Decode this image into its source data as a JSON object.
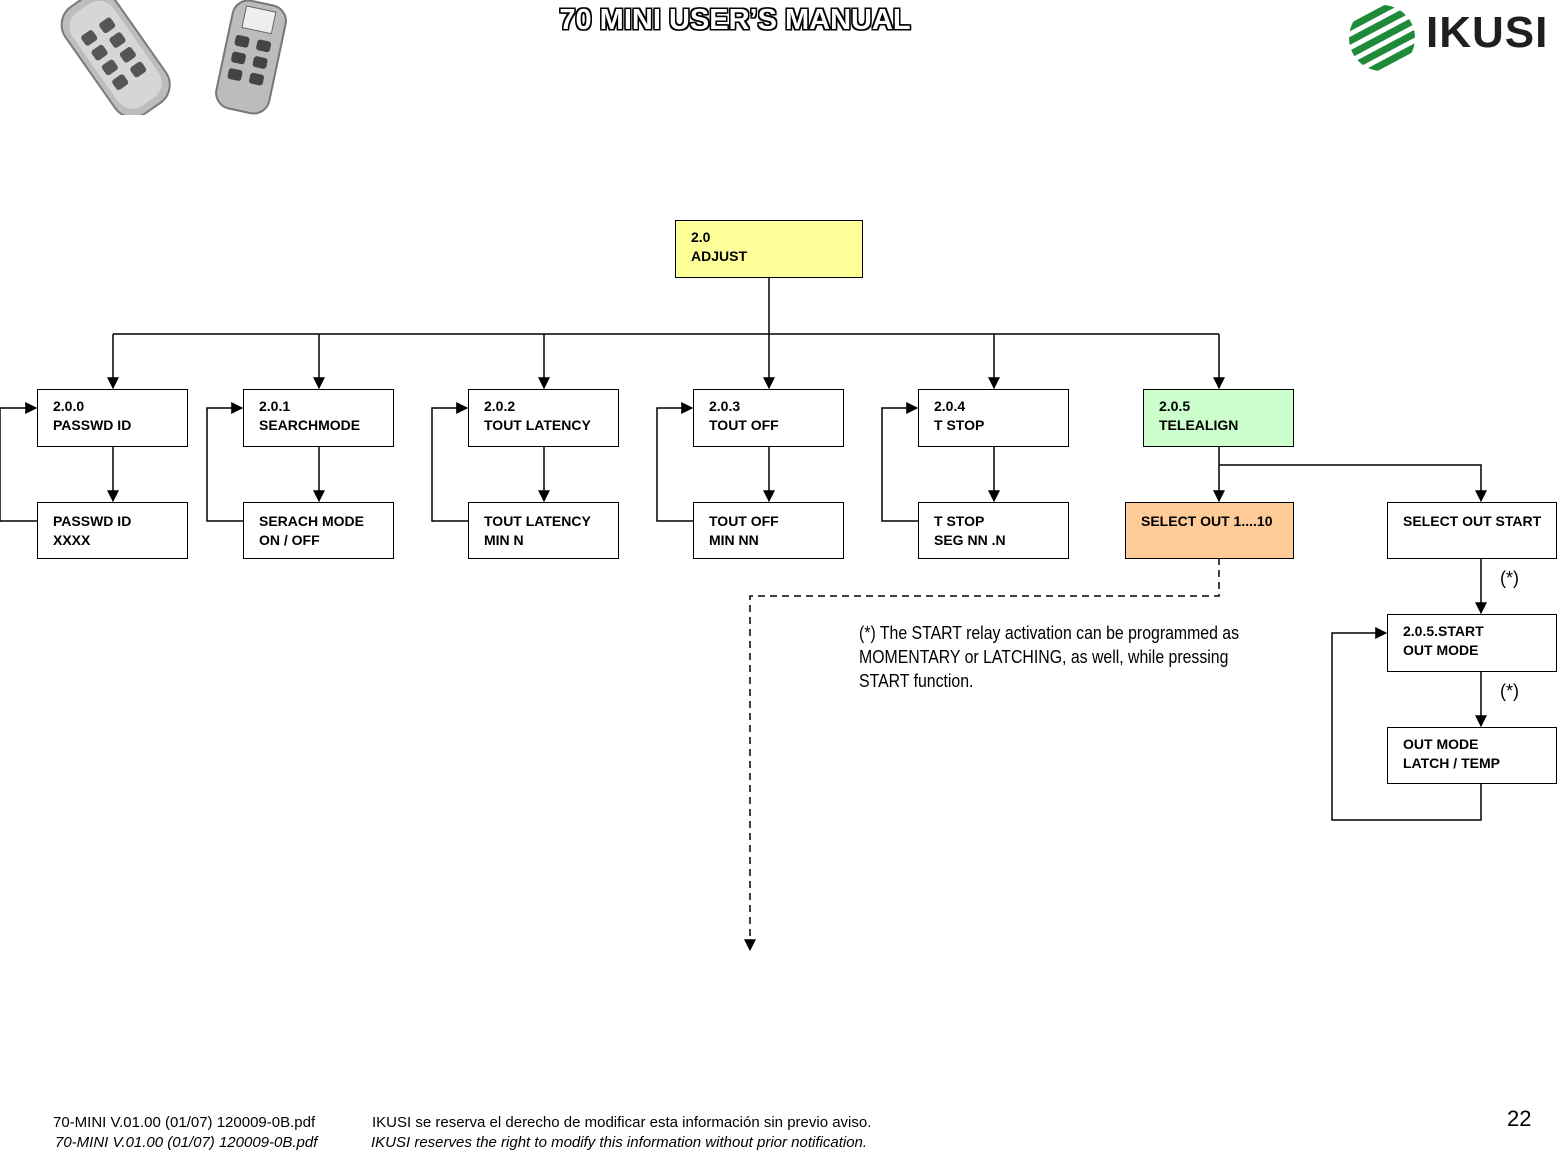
{
  "header": {
    "title": "70 MINI USER’S MANUAL",
    "logo_text": "IKUSI"
  },
  "diagram": {
    "root": {
      "num": "2.0",
      "label": "ADJUST"
    },
    "level1": [
      {
        "num": "2.0.0",
        "label": "PASSWD ID"
      },
      {
        "num": "2.0.1",
        "label": "SEARCHMODE"
      },
      {
        "num": "2.0.2",
        "label": "TOUT LATENCY"
      },
      {
        "num": "2.0.3",
        "label": "TOUT OFF"
      },
      {
        "num": "2.0.4",
        "label": "T STOP"
      },
      {
        "num": "2.0.5",
        "label": "TELEALIGN"
      }
    ],
    "level2": [
      {
        "line1": "PASSWD ID",
        "line2": "XXXX"
      },
      {
        "line1": "SERACH MODE",
        "line2": "ON / OFF"
      },
      {
        "line1": "TOUT LATENCY",
        "line2": "MIN N"
      },
      {
        "line1": "TOUT OFF",
        "line2": "MIN NN"
      },
      {
        "line1": "T STOP",
        "line2": "SEG NN .N"
      },
      {
        "line1": "SELECT OUT  1....10",
        "line2": ""
      },
      {
        "line1": "SELECT OUT START",
        "line2": ""
      }
    ],
    "start_mode": {
      "line1": "2.0.5.START",
      "line2": "OUT MODE"
    },
    "out_mode": {
      "line1": "OUT MODE",
      "line2": "LATCH / TEMP"
    },
    "star_marks": [
      "(*)",
      "(*)"
    ],
    "note": "(*) The START relay activation can be programmed as MOMENTARY or LATCHING, as well, while pressing START function.",
    "colors": {
      "root": "#ffff99",
      "telealign": "#ccffcc",
      "select_out": "#ffcc99"
    }
  },
  "footer": {
    "line1_file": "70-MINI V.01.00 (01/07) 120009-0B.pdf",
    "line1_text": "IKUSI se reserva el derecho de modificar esta información sin previo aviso.",
    "line2_file": "70-MINI V.01.00 (01/07) 120009-0B.pdf",
    "line2_text": "IKUSI reserves the right to modify this information without prior notification.",
    "page_number": "22"
  }
}
